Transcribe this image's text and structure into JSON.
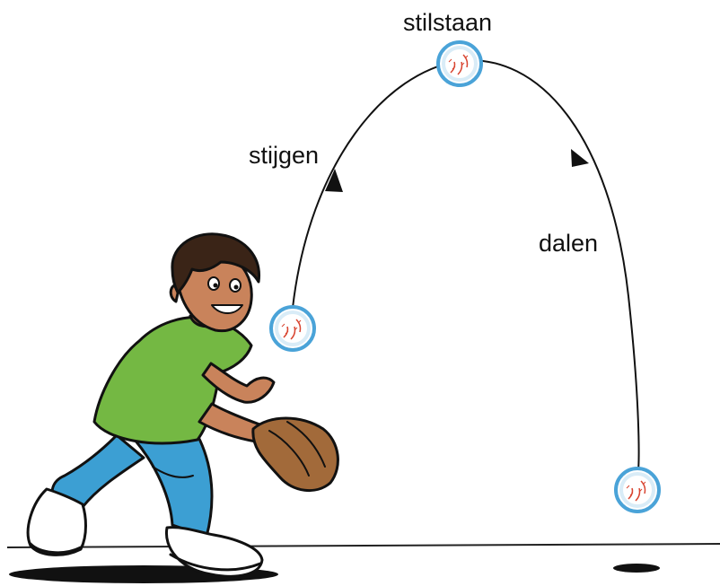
{
  "labels": {
    "top": "stilstaan",
    "rising": "stijgen",
    "falling": "dalen"
  },
  "colors": {
    "shirt": "#74b843",
    "jeans": "#3c9fd3",
    "hair": "#3a2417",
    "skin": "#c9835b",
    "glove": "#a26a3a",
    "ball_outline": "#4aa3d8",
    "stitch": "#d8432f",
    "ink": "#111111"
  },
  "icons": {
    "ball": "baseball-icon",
    "arrow": "arrowhead-icon",
    "figure": "boy-catching-ball"
  }
}
